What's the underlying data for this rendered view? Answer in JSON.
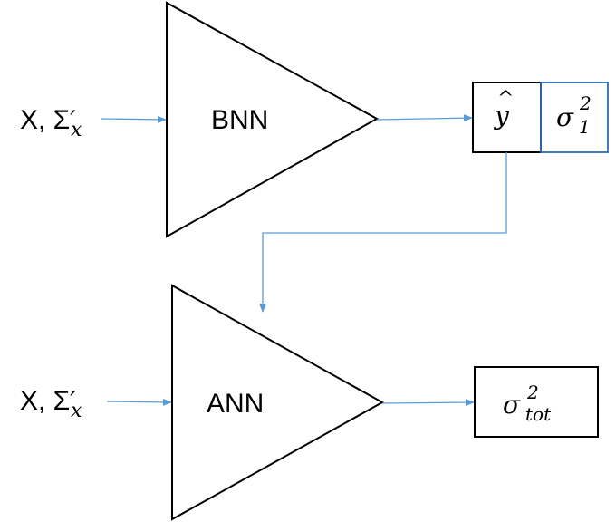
{
  "colors": {
    "stroke": "#000000",
    "arrow": "#5b9bd5",
    "sigma_box": "#2e6db4",
    "text": "#000000"
  },
  "top": {
    "input": {
      "prefix": "X, Σ",
      "prime": "′",
      "sub": "x"
    },
    "network_label": "BNN",
    "output_yhat": {
      "base": "y",
      "hat": "^"
    },
    "output_sigma": {
      "base": "σ",
      "sup": "2",
      "sub": "1"
    }
  },
  "bottom": {
    "input": {
      "prefix": "X, Σ",
      "prime": "′",
      "sub": "x"
    },
    "network_label": "ANN",
    "output_sigma": {
      "base": "σ",
      "sup": "2",
      "sub": "tot"
    }
  }
}
